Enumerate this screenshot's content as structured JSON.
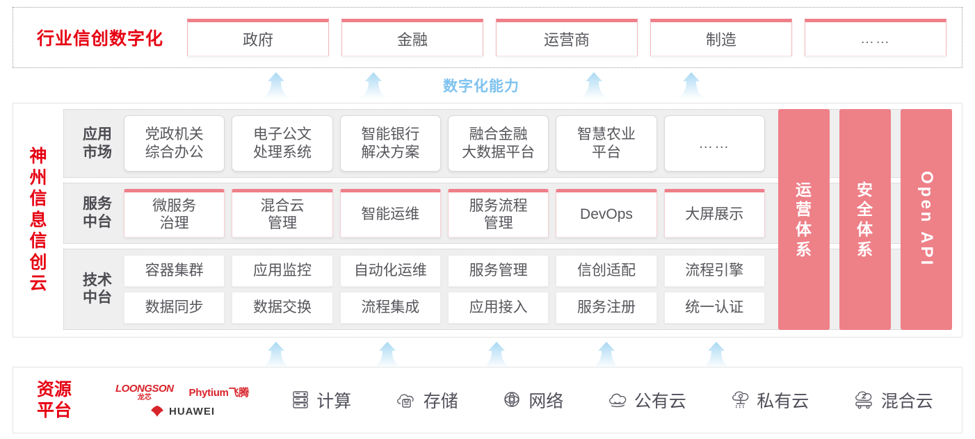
{
  "colors": {
    "brand_red": "#e60012",
    "pink": "#ee8088",
    "pink_border": "#ef7f89",
    "arrow_blue": "#7ec2ef",
    "layer_bg": "#efefef",
    "text_gray": "#55555b"
  },
  "industry": {
    "title": "行业信创数字化",
    "cards": [
      {
        "label": "政府",
        "name": "industry-card-government"
      },
      {
        "label": "金融",
        "name": "industry-card-finance"
      },
      {
        "label": "运营商",
        "name": "industry-card-carrier"
      },
      {
        "label": "制造",
        "name": "industry-card-manufacturing"
      },
      {
        "label": "……",
        "name": "industry-card-more"
      }
    ]
  },
  "capability": {
    "label": "数字化能力",
    "arrow_count_top": 4,
    "arrow_count_bottom": 5
  },
  "cloud": {
    "brand": [
      "神",
      "州",
      "信",
      "息",
      "信",
      "创",
      "云"
    ],
    "layers": [
      {
        "name": "application-market",
        "label_lines": [
          "应用",
          "市场"
        ],
        "cells": [
          {
            "lines": [
              "党政机关",
              "综合办公"
            ],
            "name": "cell-party-government-office"
          },
          {
            "lines": [
              "电子公文",
              "处理系统"
            ],
            "name": "cell-edoc-system"
          },
          {
            "lines": [
              "智能银行",
              "解决方案"
            ],
            "name": "cell-smart-bank-solution"
          },
          {
            "lines": [
              "融合金融",
              "大数据平台"
            ],
            "name": "cell-finance-bigdata-platform"
          },
          {
            "lines": [
              "智慧农业",
              "平台"
            ],
            "name": "cell-smart-agriculture-platform"
          },
          {
            "lines": [
              "……"
            ],
            "name": "cell-more"
          }
        ]
      },
      {
        "name": "service-middle-platform",
        "label_lines": [
          "服务",
          "中台"
        ],
        "cells": [
          {
            "lines": [
              "微服务",
              "治理"
            ],
            "name": "cell-microservice-governance"
          },
          {
            "lines": [
              "混合云",
              "管理"
            ],
            "name": "cell-hybrid-cloud-management"
          },
          {
            "lines": [
              "智能运维"
            ],
            "name": "cell-intelligent-ops"
          },
          {
            "lines": [
              "服务流程",
              "管理"
            ],
            "name": "cell-service-process-management"
          },
          {
            "lines": [
              "DevOps"
            ],
            "name": "cell-devops"
          },
          {
            "lines": [
              "大屏展示"
            ],
            "name": "cell-big-screen-display"
          }
        ]
      },
      {
        "name": "technical-middle-platform",
        "label_lines": [
          "技术",
          "中台"
        ],
        "rows": [
          [
            {
              "lines": [
                "容器集群"
              ],
              "name": "cell-container-cluster"
            },
            {
              "lines": [
                "应用监控"
              ],
              "name": "cell-application-monitoring"
            },
            {
              "lines": [
                "自动化运维"
              ],
              "name": "cell-automated-ops"
            },
            {
              "lines": [
                "服务管理"
              ],
              "name": "cell-service-management"
            },
            {
              "lines": [
                "信创适配"
              ],
              "name": "cell-xinchuang-adaptation"
            },
            {
              "lines": [
                "流程引擎"
              ],
              "name": "cell-process-engine"
            }
          ],
          [
            {
              "lines": [
                "数据同步"
              ],
              "name": "cell-data-sync"
            },
            {
              "lines": [
                "数据交换"
              ],
              "name": "cell-data-exchange"
            },
            {
              "lines": [
                "流程集成"
              ],
              "name": "cell-process-integration"
            },
            {
              "lines": [
                "应用接入"
              ],
              "name": "cell-application-access"
            },
            {
              "lines": [
                "服务注册"
              ],
              "name": "cell-service-registry"
            },
            {
              "lines": [
                "统一认证"
              ],
              "name": "cell-unified-authentication"
            }
          ]
        ]
      }
    ],
    "pillars": [
      {
        "text": "运营体系",
        "rotated": false,
        "name": "pillar-operation-system"
      },
      {
        "text": "安全体系",
        "rotated": false,
        "name": "pillar-security-system"
      },
      {
        "text": "Open API",
        "rotated": true,
        "name": "pillar-open-api"
      }
    ]
  },
  "resource": {
    "title_lines": [
      "资源",
      "平台"
    ],
    "logos": [
      {
        "brand": "LOONGSON",
        "sub": "龙芯",
        "name": "logo-loongson"
      },
      {
        "brand": "Phytium飞腾",
        "name": "logo-phytium"
      },
      {
        "brand": "HUAWEI",
        "name": "logo-huawei"
      }
    ],
    "items": [
      {
        "label": "计算",
        "icon": "server-icon",
        "name": "resource-item-compute"
      },
      {
        "label": "存储",
        "icon": "cloud-storage-icon",
        "name": "resource-item-storage"
      },
      {
        "label": "网络",
        "icon": "network-mesh-icon",
        "name": "resource-item-network"
      },
      {
        "label": "公有云",
        "icon": "public-cloud-icon",
        "name": "resource-item-public-cloud"
      },
      {
        "label": "私有云",
        "icon": "private-cloud-icon",
        "name": "resource-item-private-cloud"
      },
      {
        "label": "混合云",
        "icon": "hybrid-cloud-icon",
        "name": "resource-item-hybrid-cloud"
      }
    ]
  }
}
